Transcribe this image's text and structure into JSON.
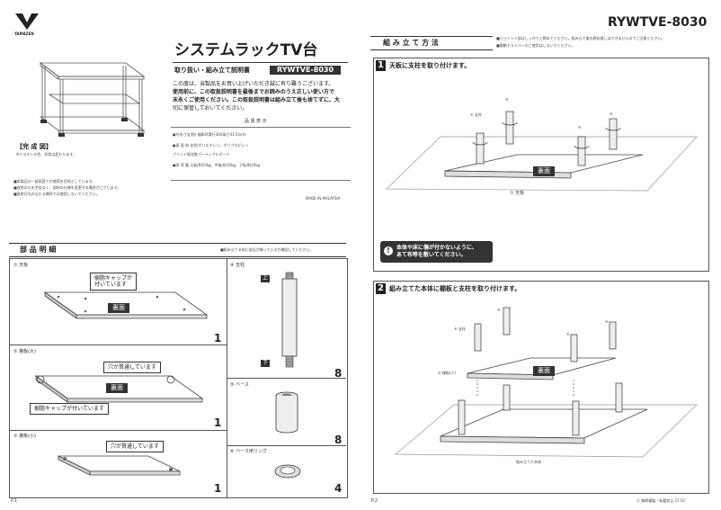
{
  "brand": {
    "logo_text": "YAMAZEN"
  },
  "model_top": "RYWTVE-8030",
  "title": "システムラックTV台",
  "subtitle": "取り扱い・組み立て説明書",
  "subtitle_model": "RYWTVE-8030",
  "intro": [
    "この度は、当製品をお買い上げいただき誠に有り難うございます。",
    "使用前に、この取扱説明書を最後までお読みのうえ正しい使い方で",
    "末永くご使用ください。この取扱説明書は組み立て後も捨てずに、大",
    "切に保管しておいてください。"
  ],
  "quality": {
    "heading": "品 質 表 示",
    "rows": [
      "●外形寸法(約)   幅80X奥行30X高さ41.5(cm)",
      "●表 面 材      支柱/ポリエチレン、ポリプロピレン",
      "                  プリント紙化粧パーティクルボード",
      "●耐  荷  重      天板/約10kg、中板/約10kg、下板/約20kg"
    ],
    "made_in": "MADE IN MALAYSIA"
  },
  "complete_fig": {
    "label": "【完 成 図】",
    "note": "※イラストの色、形状は変わります。"
  },
  "notices": [
    "■本製品の一般家庭での使用を目的としています。",
    "■改良のため予告なく、部材の仕様を変更する場合がございます。",
    "■直射日光の当たる場所では使用しないでください。"
  ],
  "parts": {
    "heading": "部 品 明 細",
    "note": "■組み立てる前に部品が揃っているか確認してください。",
    "items": [
      {
        "name": "① 天板",
        "count": "1",
        "callout": "樹脂キャップが\n付いています",
        "face": "裏面"
      },
      {
        "name": "② 棚板(大)",
        "count": "1",
        "callout": "穴が貫通しています",
        "callout2": "樹脂キャップが付いています",
        "face": "裏面"
      },
      {
        "name": "③ 棚板(小)",
        "count": "1",
        "callout": "穴が貫通しています"
      },
      {
        "name": "④ 支柱",
        "count": "8",
        "top": "上",
        "bottom": "下"
      },
      {
        "name": "⑤ ベース",
        "count": "8"
      },
      {
        "name": "⑥ ベース用リング",
        "count": "4"
      }
    ]
  },
  "assembly": {
    "heading": "組 み 立 て 方 法",
    "notes": [
      "■ジョイント部はしっかりと締めてください。組み立て後の締め直しはできませんのでご注意ください。",
      "■電動ドライバーのご使用はしないでください。"
    ],
    "step1": {
      "num": "1",
      "title": "天板に支柱を取り付けます。",
      "face": "裏面",
      "board_label": "① 天板",
      "pole_label": "④ 支柱",
      "marks": [
        "④",
        "④",
        "④",
        "④"
      ],
      "warning": "本体や床に傷が付かないように、\nあて布等を敷いてください。"
    },
    "step2": {
      "num": "2",
      "title": "組み立てた本体に棚板と支柱を取り付けます。",
      "face": "裏面",
      "pole_label": "④ 支柱",
      "shelf_label": "② 棚板(小)",
      "body_label": "組み立てた本体",
      "marks": [
        "④",
        "④",
        "④",
        "④"
      ]
    }
  },
  "footer": {
    "page_left": "P.1",
    "page_right": "P.2",
    "copyright": "Ⓒ 無断複製・転載禁止   21'10"
  }
}
